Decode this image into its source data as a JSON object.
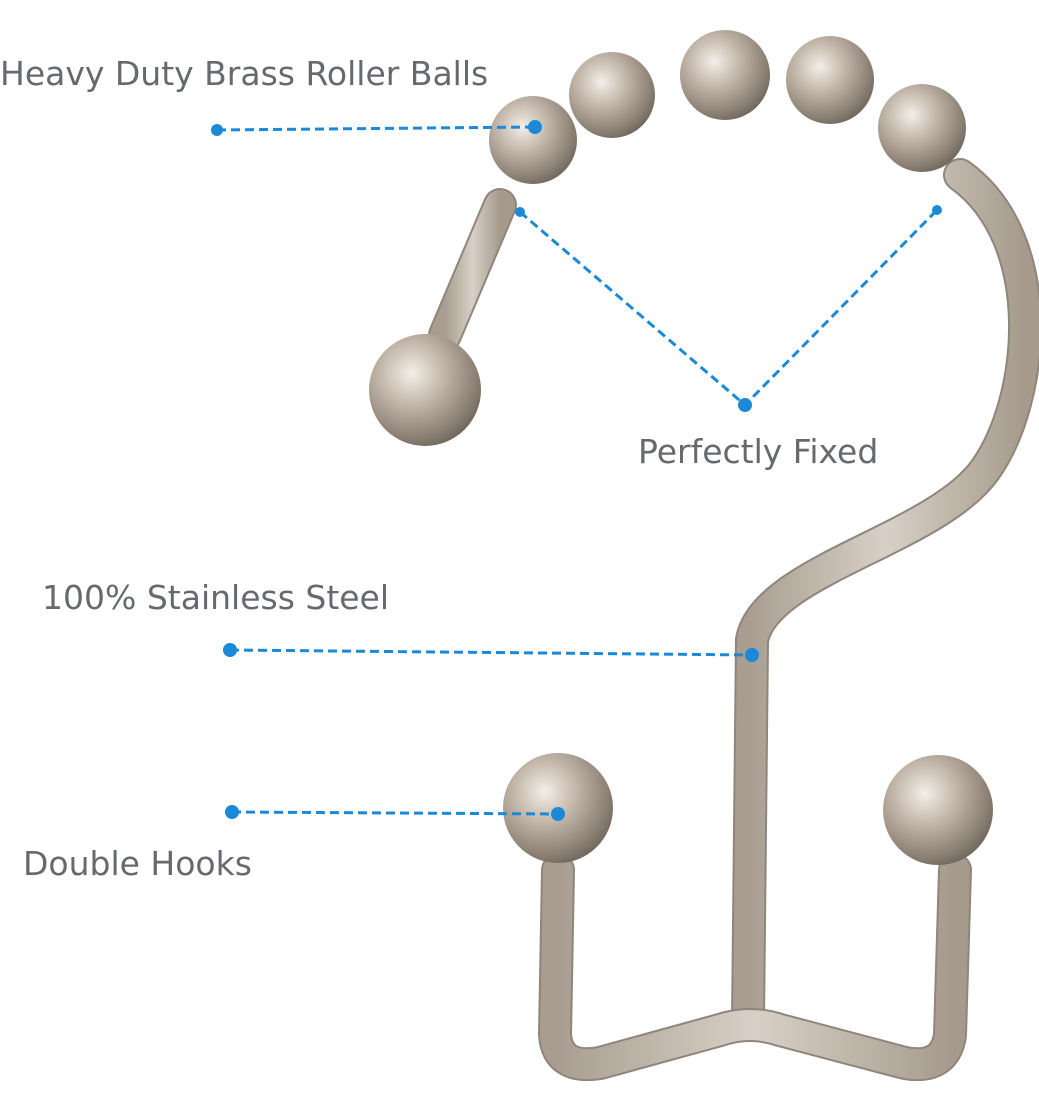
{
  "labels": {
    "roller_balls": "Heavy Duty Brass Roller Balls",
    "fixed": "Perfectly Fixed",
    "steel": "100% Stainless Steel",
    "hooks": "Double Hooks"
  },
  "colors": {
    "callout": "#1a8ad8",
    "text": "#666a6e",
    "metal": "#bdb3a6"
  }
}
